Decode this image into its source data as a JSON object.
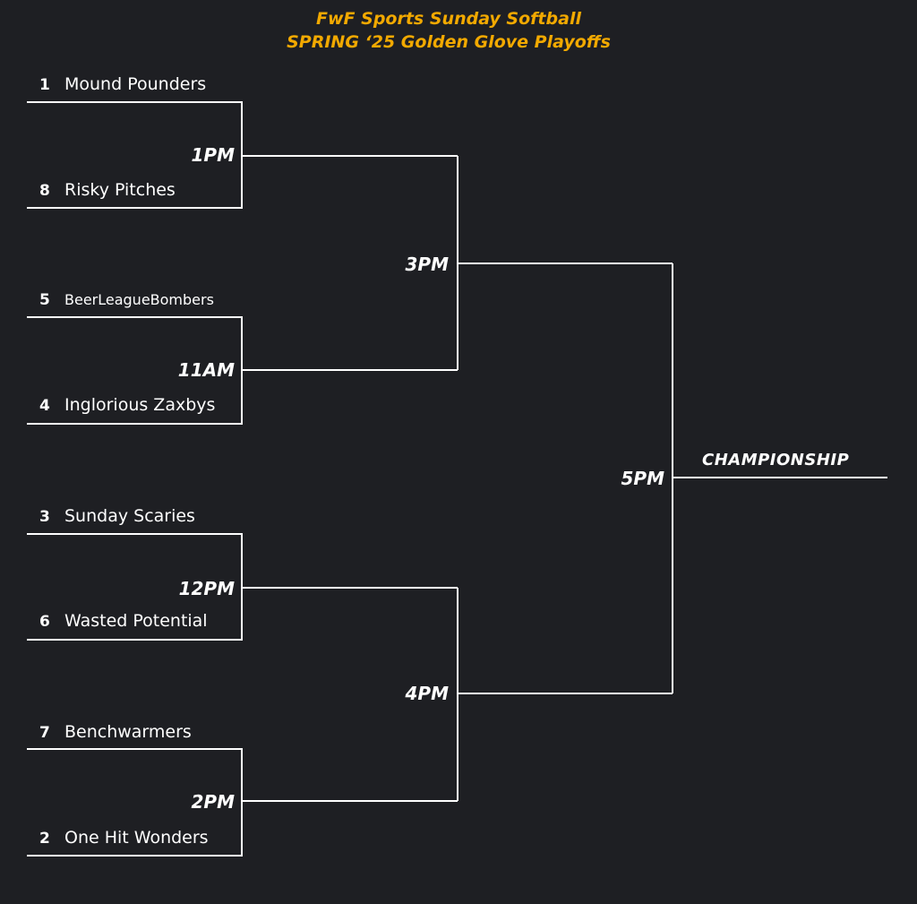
{
  "title": {
    "line1": "FwF Sports Sunday Softball",
    "line2": "SPRING ‘25 Golden Glove Playoffs"
  },
  "teams": [
    {
      "seed": "1",
      "name": "Mound Pounders"
    },
    {
      "seed": "8",
      "name": "Risky Pitches"
    },
    {
      "seed": "5",
      "name": "BeerLeagueBombers"
    },
    {
      "seed": "4",
      "name": "Inglorious Zaxbys"
    },
    {
      "seed": "3",
      "name": "Sunday Scaries"
    },
    {
      "seed": "6",
      "name": "Wasted Potential"
    },
    {
      "seed": "7",
      "name": "Benchwarmers"
    },
    {
      "seed": "2",
      "name": "One Hit Wonders"
    }
  ],
  "round1_times": [
    "1PM",
    "11AM",
    "12PM",
    "2PM"
  ],
  "round2_times": [
    "3PM",
    "4PM"
  ],
  "final_time": "5PM",
  "final_label": "CHAMPIONSHIP",
  "colors": {
    "background": "#1e1f23",
    "title": "#f2a900",
    "lines": "#ffffff"
  }
}
